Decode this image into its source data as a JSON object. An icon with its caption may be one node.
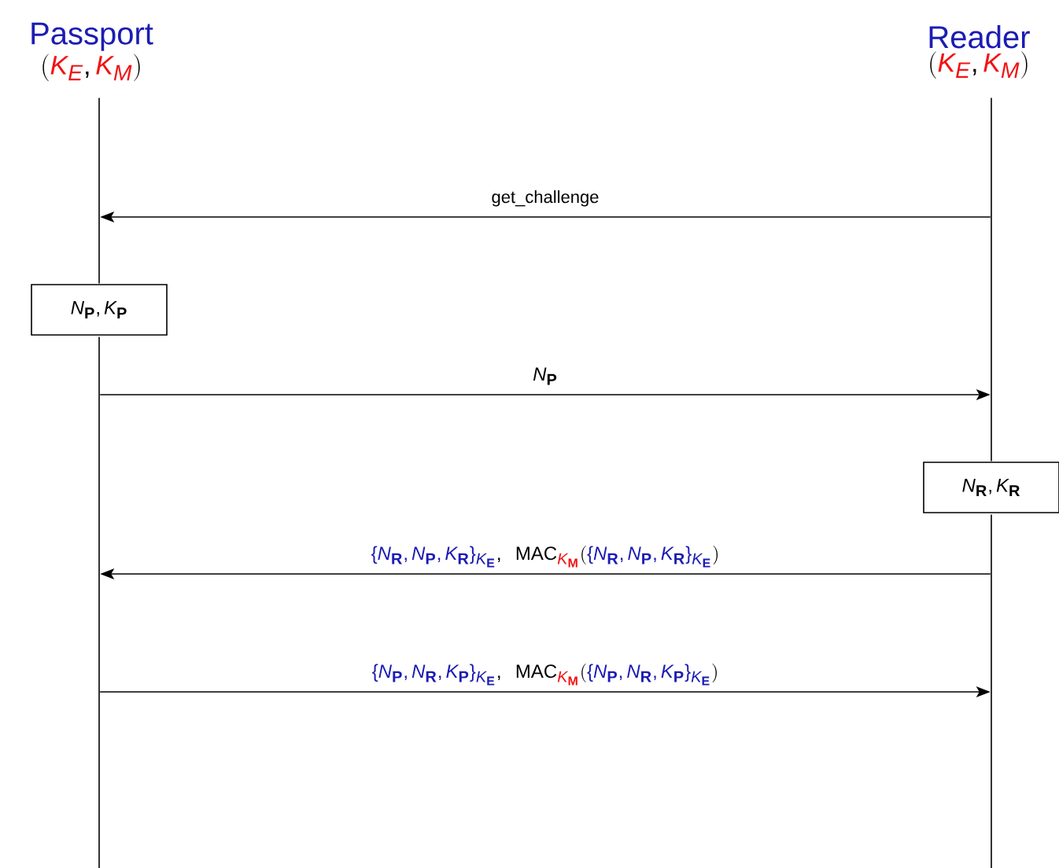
{
  "diagram": {
    "nodes": [
      {
        "text": [
          "Passport",
          "(\\textcolor{red}{K_E}, \\textcolor{red}{K_M})"
        ]
      },
      {
        "text": [
          "Reader",
          "(\\textcolor{red}{K_E}, \\textcolor{red}{K_M})"
        ]
      },
      {
        "text": [],
        "shape": "line"
      },
      {
        "text": [],
        "shape": "line"
      },
      {
        "text": [
          "N_{\\mathbf{P}}, K_{\\mathbf{P}}"
        ]
      },
      {
        "text": [
          "N_{\\mathbf{R}}, K_{\\mathbf{R}}"
        ]
      },
      {
        "text": [],
        "shape": "line"
      },
      {
        "text": [],
        "shape": "line"
      }
    ],
    "edges": [
      {
        "from": 3,
        "to": 2,
        "arrow": "to",
        "label": "get_challenge"
      },
      {
        "from": 6,
        "to": 3,
        "arrow": "to",
        "label": "N_{\\mathbf{P}}"
      },
      {
        "from": 7,
        "to": 6,
        "arrow": "to",
        "label": "\\textcolor{blue}{\\{N_{\\mathbf{R}}, N_{\\mathbf{P}}, K_{\\mathbf{R}}\\}_{K_{\\mathbf{E}}}},\\ \\ \\mathrm{MAC}_{\\textcolor{red}{K_{\\mathbf{M}}}}(\\textcolor{blue}{\\{N_{\\mathbf{R}}, N_{\\mathbf{P}}, K_{\\mathbf{R}}\\}_{K_{\\mathbf{E}}}})"
      },
      {
        "from": 6,
        "to": 7,
        "arrow": "to",
        "label": "\\textcolor{blue}{\\{N_{\\mathbf{P}}, N_{\\mathbf{R}}, K_{\\mathbf{P}}\\}_{K_{\\mathbf{E}}}},\\ \\ \\mathrm{MAC}_{\\textcolor{red}{K_{\\mathbf{M}}}}(\\textcolor{blue}{\\{N_{\\mathbf{P}}, N_{\\mathbf{R}}, K_{\\mathbf{P}}\\}_{K_{\\mathbf{E}}}})"
      }
    ]
  }
}
